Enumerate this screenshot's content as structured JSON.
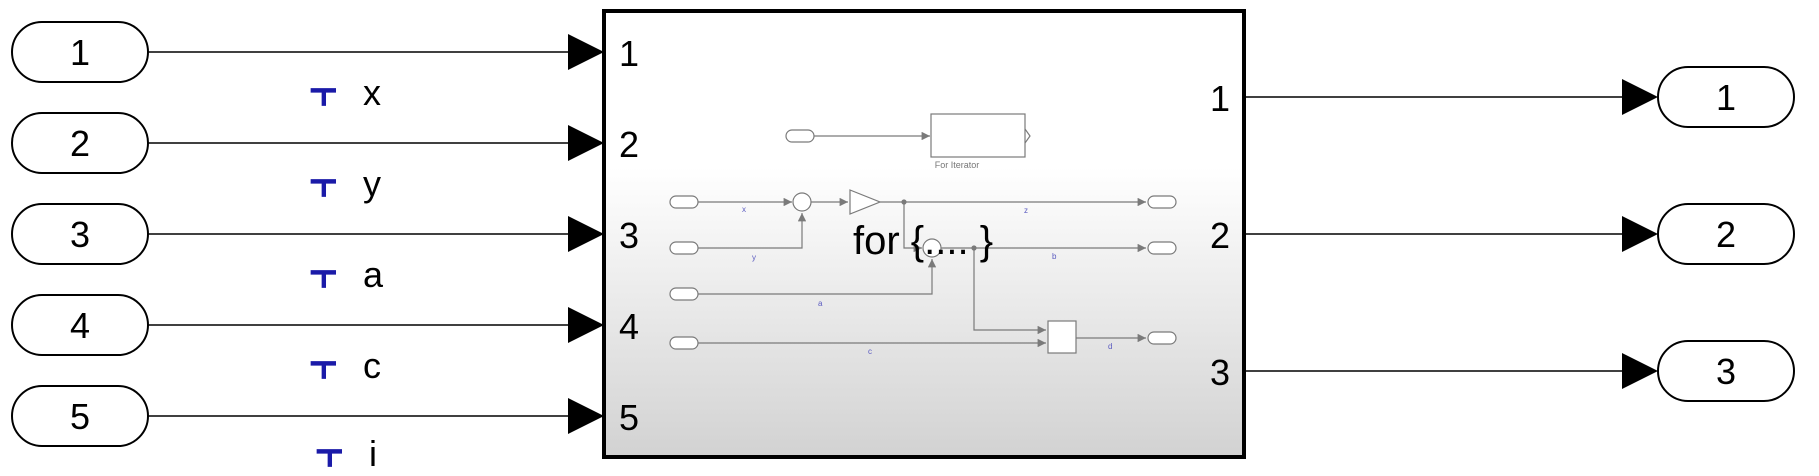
{
  "inports": [
    {
      "number": "1",
      "signal": "x"
    },
    {
      "number": "2",
      "signal": "y"
    },
    {
      "number": "3",
      "signal": "a"
    },
    {
      "number": "4",
      "signal": "c"
    },
    {
      "number": "5",
      "signal": "i"
    }
  ],
  "outports": [
    {
      "number": "1"
    },
    {
      "number": "2"
    },
    {
      "number": "3"
    }
  ],
  "subsystem": {
    "input_port_labels": [
      "1",
      "2",
      "3",
      "4",
      "5"
    ],
    "output_port_labels": [
      "1",
      "2",
      "3"
    ],
    "mask_text": "for {.... }",
    "preview": {
      "iterator_label": "For Iterator",
      "signals": [
        "x",
        "y",
        "a",
        "c",
        "z",
        "b",
        "d"
      ]
    }
  },
  "signal_icon_glyph": "⫟",
  "colors": {
    "line": "#000000",
    "signal_icon": "#1a1aa8",
    "block_gradient_top": "#ffffff",
    "block_gradient_bottom": "#d4d4d4",
    "preview_line": "#7a7a7a",
    "preview_signal": "#5b5bc0"
  }
}
